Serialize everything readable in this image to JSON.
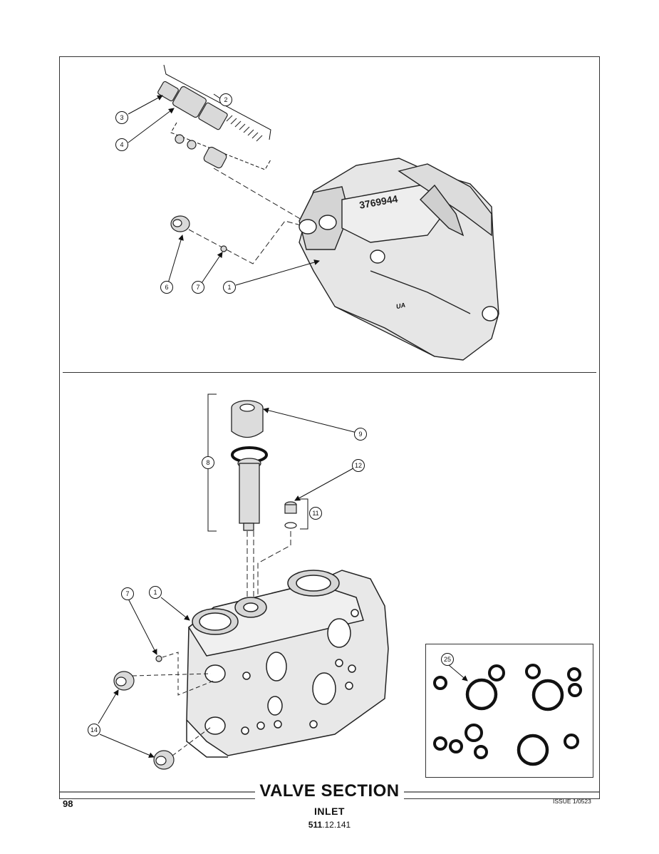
{
  "page": {
    "number": "98",
    "issue": "ISSUE 1/0523",
    "title": "VALVE SECTION",
    "subtitle": "INLET",
    "part_number_bold": "511",
    "part_number_rest": ".12.141"
  },
  "casting_text": "3769944",
  "casting_mark": "UA",
  "callouts": {
    "top": [
      "1",
      "2",
      "3",
      "4",
      "6",
      "7"
    ],
    "bottom": [
      "1",
      "7",
      "8",
      "9",
      "11",
      "12",
      "14",
      "14"
    ],
    "seal_kit": "25"
  }
}
